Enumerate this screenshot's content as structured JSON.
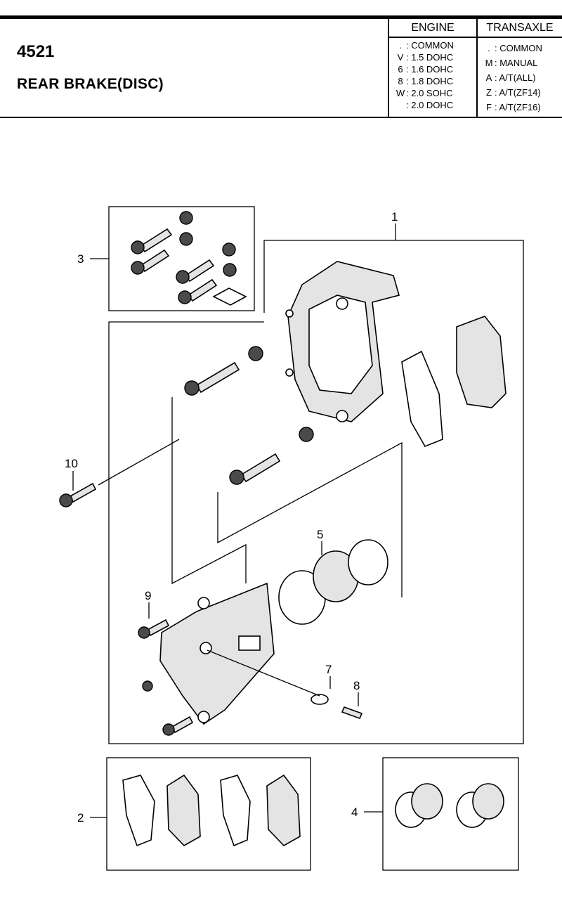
{
  "header": {
    "page_number": "4521",
    "title": "REAR BRAKE(DISC)",
    "engine": {
      "heading": "ENGINE",
      "options": [
        {
          "code": ".",
          "label": ": COMMON"
        },
        {
          "code": "V",
          "label": ": 1.5 DOHC"
        },
        {
          "code": "6",
          "label": ": 1.6 DOHC"
        },
        {
          "code": "8",
          "label": ": 1.8 DOHC"
        },
        {
          "code": "W",
          "label": ": 2.0 SOHC"
        },
        {
          "code": "",
          "label": ": 2.0 DOHC"
        }
      ]
    },
    "transaxle": {
      "heading": "TRANSAXLE",
      "options": [
        {
          "code": ".",
          "label": ": COMMON"
        },
        {
          "code": "M",
          "label": ": MANUAL"
        },
        {
          "code": "A",
          "label": ": A/T(ALL)"
        },
        {
          "code": "Z",
          "label": ": A/T(ZF14)"
        },
        {
          "code": "F",
          "label": ": A/T(ZF16)"
        }
      ]
    }
  },
  "diagram": {
    "callouts": [
      "1",
      "2",
      "3",
      "4",
      "5",
      "7",
      "8",
      "9",
      "10"
    ]
  }
}
